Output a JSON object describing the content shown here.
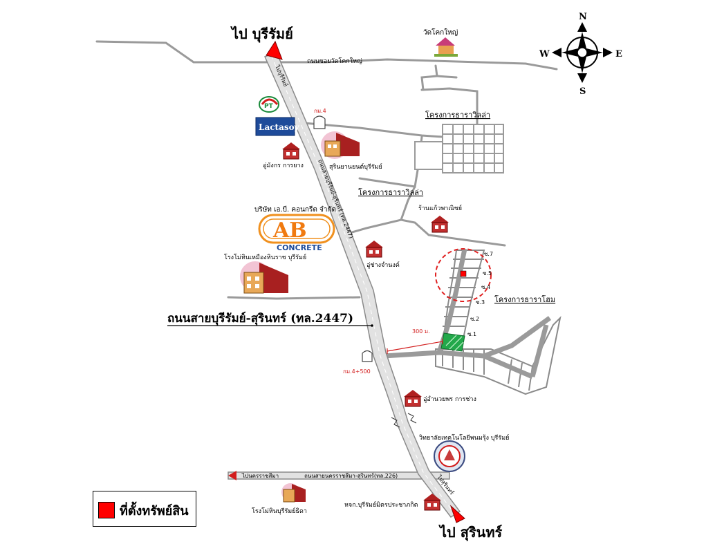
{
  "destinations": {
    "north": "ไป บุรีรัมย์",
    "south": "ไป สุรินทร์"
  },
  "compass": {
    "n": "N",
    "s": "S",
    "e": "E",
    "w": "W"
  },
  "main_road": {
    "label": "ถนนสายบุรีรัมย์-สุรินทร์ (ทล.2447)",
    "side_label": "ถนนสายบุรีรัมย์-สุรินทร์ (ทล.2447)"
  },
  "roads": {
    "top_soi": "ถนนซอยวัดโคกใหญ่",
    "nakhon_road": "ถนนสายนครราชสีมา-สุรินทร์(ทล.226)",
    "to_nakhon": "ไปนครราชสีมา",
    "to_surin_small": "ไปสุรินทร์",
    "to_buriram_small": "ไปบุรีรัมย์"
  },
  "markers": {
    "km4": "กม.4",
    "km4_500": "กม.4+500",
    "distance": "300 ม."
  },
  "places": {
    "temple": "วัดโคกใหญ่",
    "lactasoy": "Lactasoy",
    "ptt": "PT",
    "shop_mangkon": "อู่มังกร การยาง",
    "car_buriram": "สุรินยานยนต์บุรีรัมย์",
    "project_villa_1": "โครงการธาราวิลล่า",
    "project_villa_2": "โครงการธาราวิลล่า",
    "ab_company": "บริษัท เอ.บี. คอนกรีต จำกัด",
    "ab_logo": "AB",
    "ab_concrete": "CONCRETE",
    "shop_kaew": "ร้านแก้วพาณิชย์",
    "stone_factory": "โรงโม่หินเหมืองหินราช บุรีรัมย์",
    "shop_chamnong": "อู่ช่างจำนงค์",
    "project_home": "โครงการธาราโฮม",
    "shop_amnuay": "อู่อำนวยพร การช่าง",
    "college": "วิทยาลัยเทคโนโลยีพนมรุ้ง บุรีรัมย์",
    "stone_factory_2": "โรงโม่หินบุรีรัมย์ธิดา",
    "partnership": "หจก.บุรีรัมย์มิตรประชาภกิต"
  },
  "soi_labels": [
    "ซ.7",
    "ซ.5",
    "ซ.4",
    "ซ.3",
    "ซ.2",
    "ซ.1"
  ],
  "legend": {
    "label": "ที่ตั้งทรัพย์สิน",
    "color": "#ff0000"
  },
  "colors": {
    "road_fill": "#e2e2e2",
    "road_edge": "#8a8a8a",
    "highlight_plot": "#22a84a",
    "circle": "#e02020",
    "red_text": "#d21c1c"
  }
}
